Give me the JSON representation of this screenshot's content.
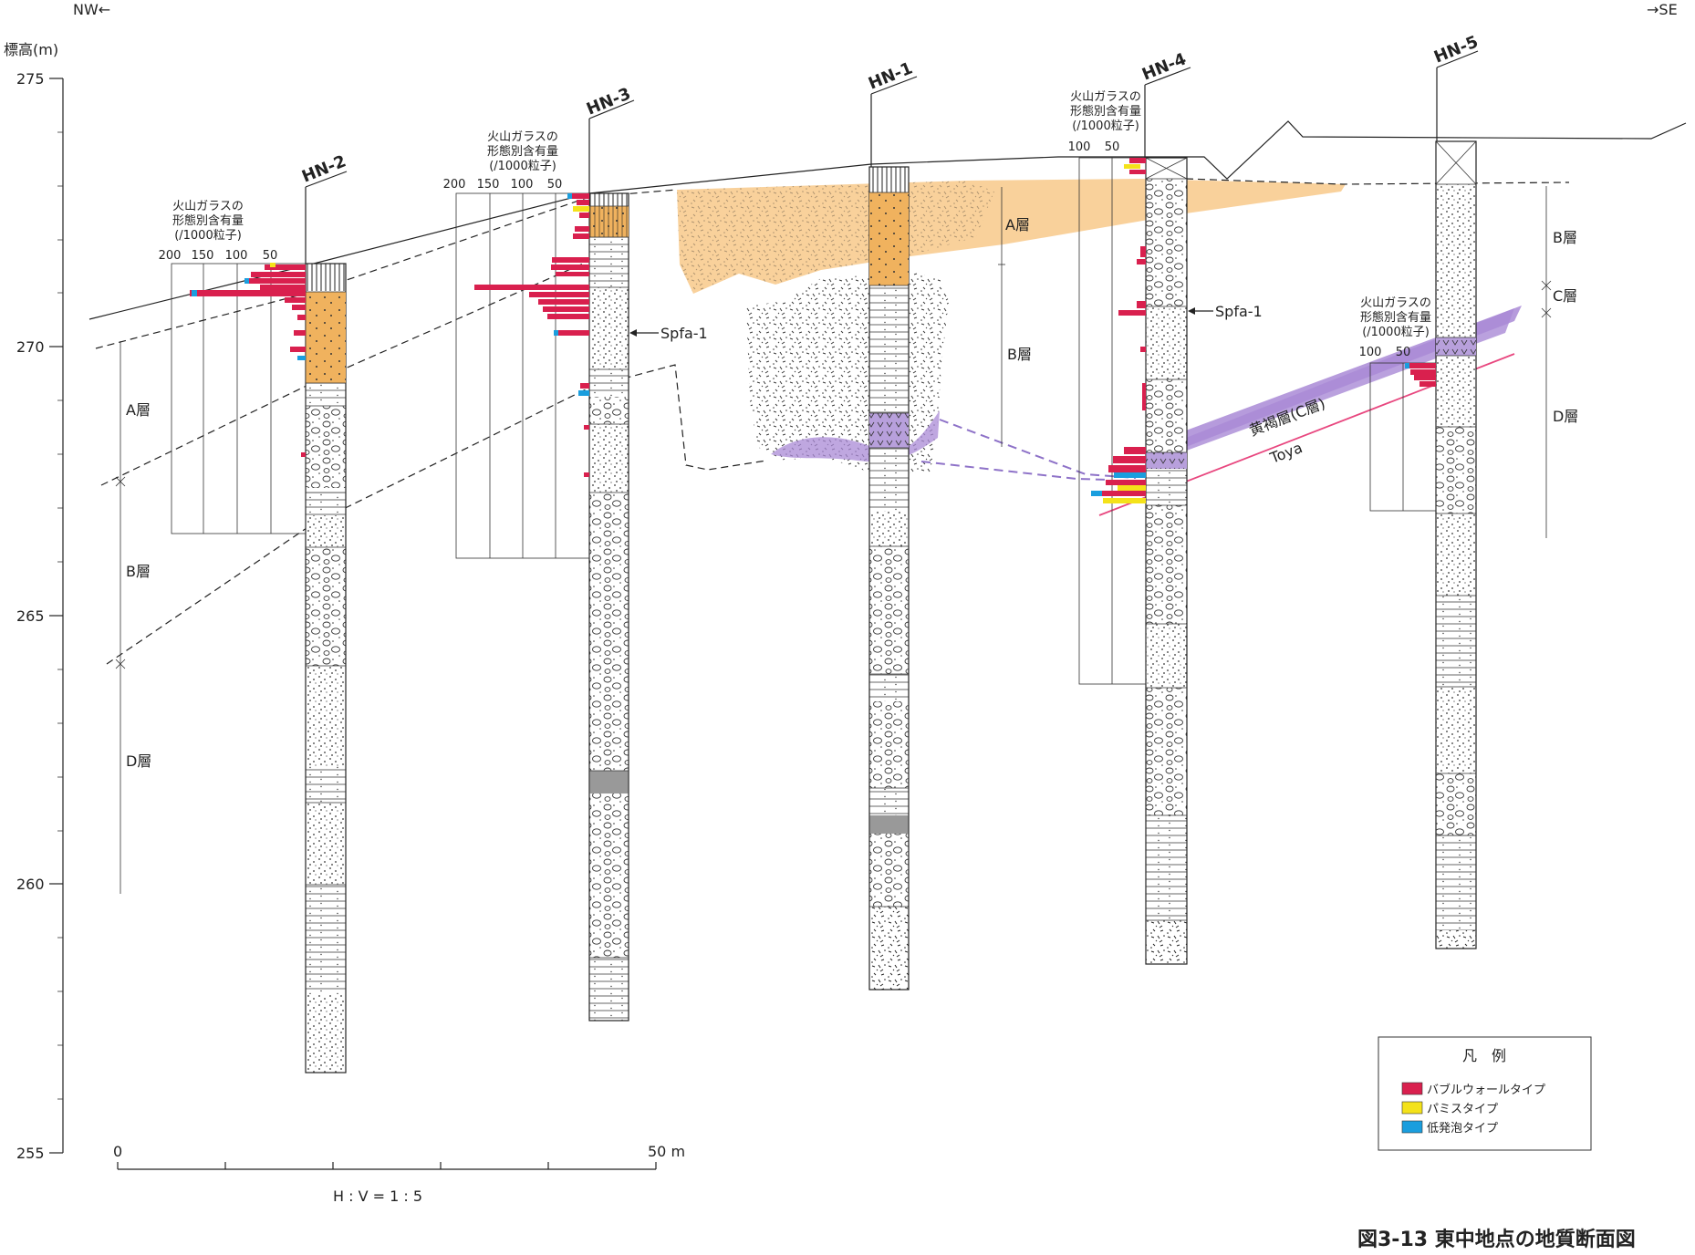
{
  "directions": {
    "left": "NW←",
    "right": "→SE"
  },
  "axis": {
    "label": "標高(m)",
    "ticks": [
      "275",
      "270",
      "265",
      "260",
      "255"
    ]
  },
  "boreholes": [
    {
      "id": "HN-2"
    },
    {
      "id": "HN-3"
    },
    {
      "id": "HN-1"
    },
    {
      "id": "HN-4"
    },
    {
      "id": "HN-5"
    }
  ],
  "glass_chart": {
    "title_line1": "火山ガラスの",
    "title_line2": "形態別含有量",
    "title_line3": "(/1000粒子)",
    "ticks_wide": [
      "200",
      "150",
      "100",
      "50"
    ],
    "ticks_narrow": [
      "100",
      "50"
    ]
  },
  "layers": {
    "A": "A層",
    "B": "B層",
    "C": "C層",
    "D": "D層",
    "tephra_band": "黄褐層(C層)",
    "toya": "Toya",
    "spfa": "Spfa-1"
  },
  "scale": {
    "start": "0",
    "end": "50 m",
    "ratio": "H : V = 1 : 5"
  },
  "legend": {
    "title": "凡　例",
    "items": [
      {
        "label": "バブルウォールタイプ",
        "color": "#d9204e"
      },
      {
        "label": "パミスタイプ",
        "color": "#f4e21a"
      },
      {
        "label": "低発泡タイプ",
        "color": "#1a9ede"
      }
    ]
  },
  "figure_title": "図3-13  東中地点の地質断面図",
  "colors": {
    "a_layer_fill": "#f8c98a",
    "purple_band": "#a98ad6",
    "toya_line": "#e8477f",
    "bubble": "#d9204e",
    "pumice": "#f4e21a",
    "low": "#1a9ede"
  }
}
